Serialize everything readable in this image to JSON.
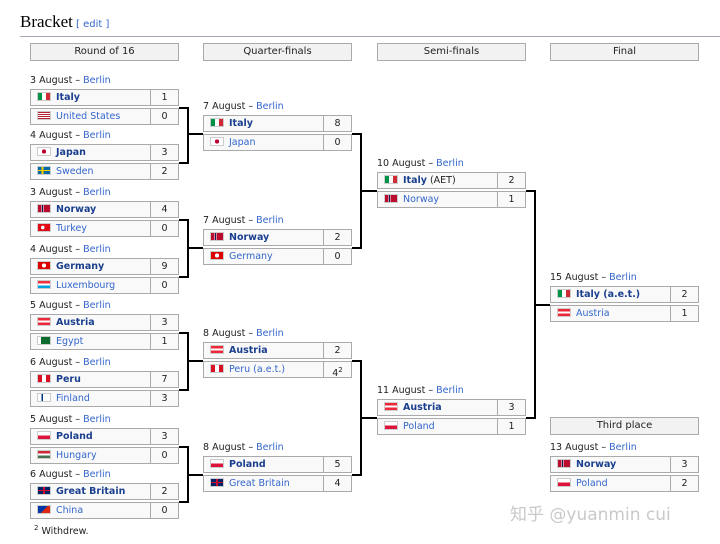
{
  "section": {
    "title": "Bracket",
    "edit": "[ edit ]"
  },
  "rounds": [
    "Round of 16",
    "Quarter-finals",
    "Semi-finals",
    "Final"
  ],
  "third_place_label": "Third place",
  "matches": [
    {
      "date": "3 August",
      "sep": " – ",
      "city": "Berlin",
      "teams": [
        {
          "name": "Italy",
          "score": "1",
          "flag": "italy",
          "winner": true
        },
        {
          "name": "United States",
          "score": "0",
          "flag": "usa"
        }
      ]
    },
    {
      "date": "4 August",
      "sep": " – ",
      "city": "Berlin",
      "teams": [
        {
          "name": "Japan",
          "score": "3",
          "flag": "japan",
          "winner": true
        },
        {
          "name": "Sweden",
          "score": "2",
          "flag": "sweden"
        }
      ]
    },
    {
      "date": "3 August",
      "sep": " – ",
      "city": "Berlin",
      "teams": [
        {
          "name": "Norway",
          "score": "4",
          "flag": "norway",
          "winner": true
        },
        {
          "name": "Turkey",
          "score": "0",
          "flag": "turkey"
        }
      ]
    },
    {
      "date": "4 August",
      "sep": " – ",
      "city": "Berlin",
      "teams": [
        {
          "name": "Germany",
          "score": "9",
          "flag": "germany",
          "winner": true
        },
        {
          "name": "Luxembourg",
          "score": "0",
          "flag": "luxembourg"
        }
      ]
    },
    {
      "date": "5 August",
      "sep": " – ",
      "city": "Berlin",
      "teams": [
        {
          "name": "Austria",
          "score": "3",
          "flag": "austria",
          "winner": true
        },
        {
          "name": "Egypt",
          "score": "1",
          "flag": "egypt"
        }
      ]
    },
    {
      "date": "6 August",
      "sep": " – ",
      "city": "Berlin",
      "teams": [
        {
          "name": "Peru",
          "score": "7",
          "flag": "peru",
          "winner": true
        },
        {
          "name": "Finland",
          "score": "3",
          "flag": "finland"
        }
      ]
    },
    {
      "date": "5 August",
      "sep": " – ",
      "city": "Berlin",
      "teams": [
        {
          "name": "Poland",
          "score": "3",
          "flag": "poland",
          "winner": true
        },
        {
          "name": "Hungary",
          "score": "0",
          "flag": "hungary"
        }
      ]
    },
    {
      "date": "6 August",
      "sep": " – ",
      "city": "Berlin",
      "teams": [
        {
          "name": "Great Britain",
          "score": "2",
          "flag": "gb",
          "winner": true
        },
        {
          "name": "China",
          "score": "0",
          "flag": "china"
        }
      ]
    },
    {
      "date": "7 August",
      "sep": " – ",
      "city": "Berlin",
      "teams": [
        {
          "name": "Italy",
          "score": "8",
          "flag": "italy",
          "winner": true
        },
        {
          "name": "Japan",
          "score": "0",
          "flag": "japan"
        }
      ]
    },
    {
      "date": "7 August",
      "sep": " – ",
      "city": "Berlin",
      "teams": [
        {
          "name": "Norway",
          "score": "2",
          "flag": "norway",
          "winner": true
        },
        {
          "name": "Germany",
          "score": "0",
          "flag": "germany"
        }
      ]
    },
    {
      "date": "8 August",
      "sep": " – ",
      "city": "Berlin",
      "teams": [
        {
          "name": "Austria",
          "score": "2",
          "flag": "austria",
          "winner": true
        },
        {
          "name": "Peru (a.e.t.)",
          "score": "4",
          "sup": "2",
          "flag": "peru"
        }
      ]
    },
    {
      "date": "8 August",
      "sep": " – ",
      "city": "Berlin",
      "teams": [
        {
          "name": "Poland",
          "score": "5",
          "flag": "poland",
          "winner": true
        },
        {
          "name": "Great Britain",
          "score": "4",
          "flag": "gb"
        }
      ]
    },
    {
      "date": "10 August",
      "sep": " – ",
      "city": "Berlin",
      "teams": [
        {
          "name": "Italy",
          "suffix": " (AET)",
          "score": "2",
          "flag": "italy",
          "winner": true
        },
        {
          "name": "Norway",
          "score": "1",
          "flag": "norway"
        }
      ]
    },
    {
      "date": "11 August",
      "sep": " – ",
      "city": "Berlin",
      "teams": [
        {
          "name": "Austria",
          "score": "3",
          "flag": "austria",
          "winner": true
        },
        {
          "name": "Poland",
          "score": "1",
          "flag": "poland"
        }
      ]
    },
    {
      "date": "15 August",
      "sep": " – ",
      "city": "Berlin",
      "teams": [
        {
          "name": "Italy (a.e.t.)",
          "score": "2",
          "flag": "italy",
          "winner": true
        },
        {
          "name": "Austria",
          "score": "1",
          "flag": "austria"
        }
      ]
    },
    {
      "date": "13 August",
      "sep": " – ",
      "city": "Berlin",
      "teams": [
        {
          "name": "Norway",
          "score": "3",
          "flag": "norway",
          "winner": true
        },
        {
          "name": "Poland",
          "score": "2",
          "flag": "poland"
        }
      ]
    }
  ],
  "footnote": {
    "mark": "2",
    "text": " Withdrew."
  },
  "watermark": "知乎 @yuanmin cui"
}
